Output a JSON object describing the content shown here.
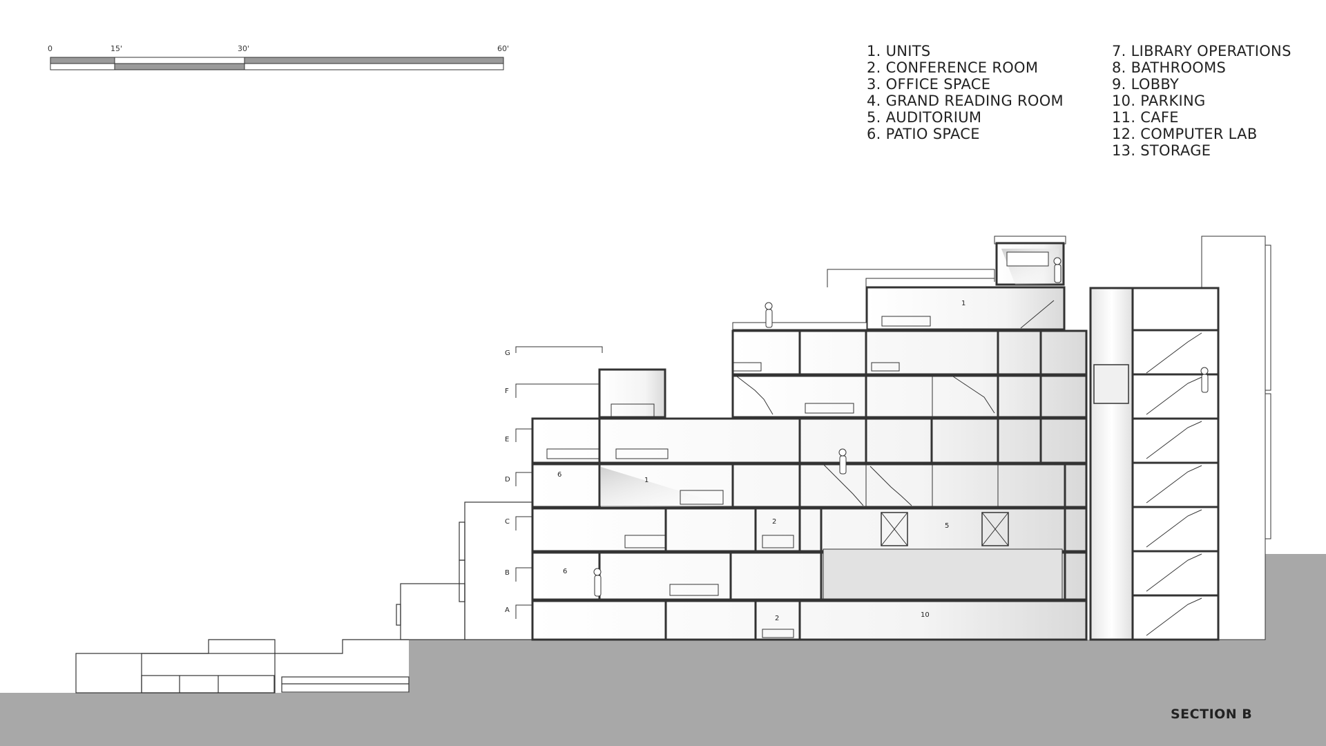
{
  "scale_bar": {
    "ticks": [
      "0",
      "15'",
      "30'",
      "60'"
    ]
  },
  "legend": {
    "column_1": [
      "1. UNITS",
      "2. CONFERENCE ROOM",
      "3. OFFICE SPACE",
      "4. GRAND READING ROOM",
      "5. AUDITORIUM",
      "6. PATIO SPACE"
    ],
    "column_2": [
      "7. LIBRARY OPERATIONS",
      "8. BATHROOMS",
      "9. LOBBY",
      "10. PARKING",
      "11. CAFE",
      "12. COMPUTER LAB",
      "13. STORAGE"
    ]
  },
  "levels": [
    "G",
    "F",
    "E",
    "D",
    "C",
    "B",
    "A"
  ],
  "room_tags": {
    "units_top": "1",
    "patio_d": "6",
    "units_d": "1",
    "conference_c": "2",
    "auditorium": "5",
    "patio_b": "6",
    "conference_a": "2",
    "parking": "10"
  },
  "title": "SECTION B",
  "colors": {
    "ground": "#a8a8a8",
    "line": "#333333",
    "scale_fill": "#9a9a9a"
  }
}
